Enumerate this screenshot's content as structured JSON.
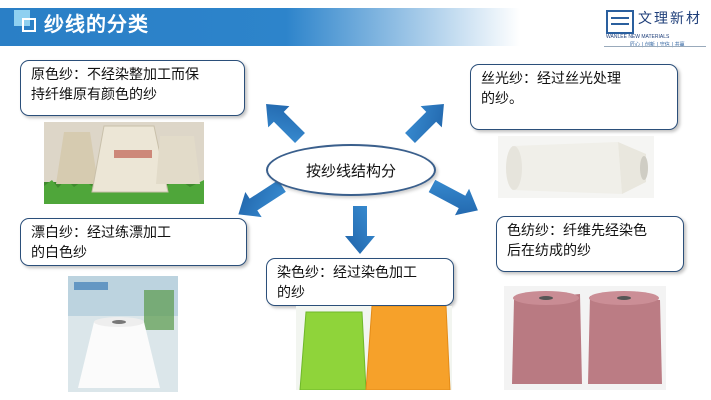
{
  "header": {
    "title": "纱线的分类"
  },
  "logo": {
    "name_cn": "文理新材",
    "name_en": "WANLEE NEW MATERIALS",
    "tags": "匠心 | 创新 | 守信 | 共赢"
  },
  "center": {
    "label": "按纱线结构分"
  },
  "boxes": {
    "raw": {
      "line1": "原色纱：不经染整加工而保",
      "line2": "持纤维原有颜色的纱"
    },
    "silk": {
      "line1": "丝光纱：经过丝光处理",
      "line2": "的纱。"
    },
    "bleach": {
      "line1": "漂白纱：经过练漂加工",
      "line2": "的白色纱"
    },
    "dyed": {
      "line1": "染色纱：经过染色加工",
      "line2": "的纱"
    },
    "color": {
      "line1": "色纺纱：纤维先经染色",
      "line2": "后在纺成的纱"
    }
  },
  "colors": {
    "header_blue": "#2a7fc6",
    "arrow_blue": "#2b77bd",
    "box_border": "#2b4f7a"
  }
}
